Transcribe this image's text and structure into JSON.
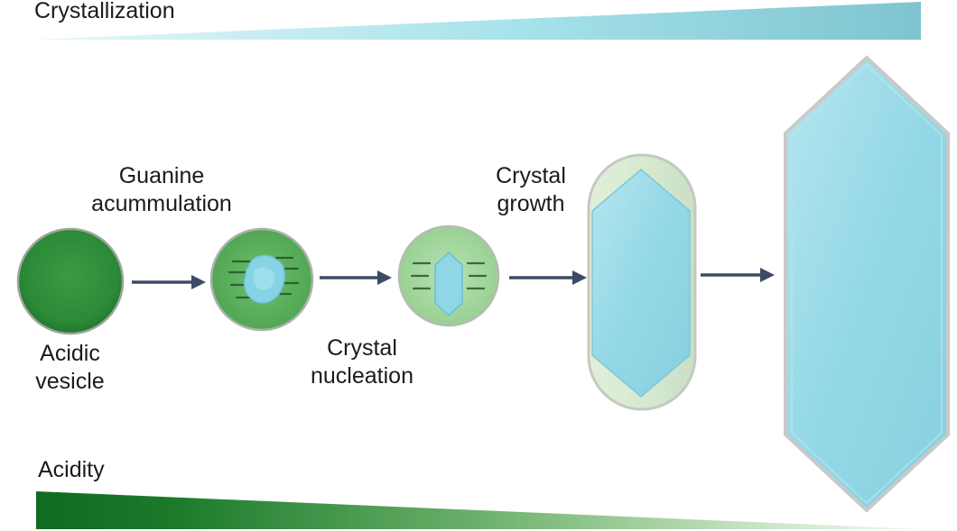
{
  "scales": {
    "crystallization_label": "Crystallization",
    "acidity_label": "Acidity"
  },
  "stages": {
    "vesicle_label": "Acidic\nvesicle",
    "accumulation_label": "Guanine\nacummulation",
    "nucleation_label": "Crystal\nnucleation",
    "growth_label": "Crystal\ngrowth"
  },
  "colors": {
    "crystal_fill": "#8fd8e6",
    "crystal_edge": "#c9c9c9",
    "vesicle_green": "#2f8d3c",
    "vesicle_light_green": "#9fd49a",
    "arrow": "#3d4b63",
    "acidity_dark": "#166b25",
    "crystallization_light": "#c6eef3"
  },
  "icons": {
    "arrows": [
      "right-arrow-icon",
      "right-arrow-icon",
      "right-arrow-icon",
      "right-arrow-icon"
    ]
  }
}
